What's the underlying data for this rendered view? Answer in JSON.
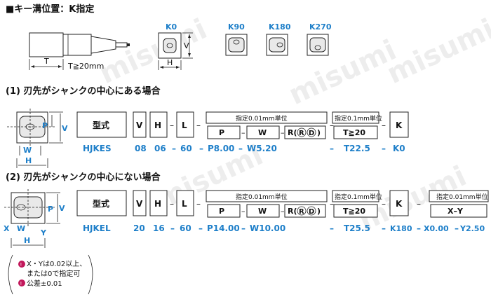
{
  "header": {
    "title": "■キー溝位置：K指定"
  },
  "top": {
    "label_t": "T",
    "label_tmin": "T≧20mm",
    "label_v": "V",
    "label_h": "H",
    "k_labels": [
      "K0",
      "K90",
      "K180",
      "K270"
    ]
  },
  "section1": {
    "title": "(1) 刃先がシャンクの中心にある場合",
    "dim_p": "P",
    "dim_v": "V",
    "dim_w": "W",
    "dim_h": "H",
    "code_label": "型式",
    "boxes": [
      "V",
      "H",
      "L",
      "K"
    ],
    "group_label": "指定0.01mm単位",
    "group_label2": "指定0.1mm単位",
    "group_items": [
      "P",
      "W",
      "R(",
      "R",
      "D",
      ")"
    ],
    "t_box": "T≧20",
    "dash": "–",
    "example": [
      "HJKES",
      "08",
      "06",
      "–",
      "60",
      "–",
      "P8.00",
      "–",
      "W5.20",
      "–",
      "T22.5",
      "–",
      "K0"
    ]
  },
  "section2": {
    "title": "(2) 刃先がシャンクの中心にない場合",
    "dim_x": "X",
    "dim_y": "Y",
    "dim_p": "P",
    "dim_v": "V",
    "dim_w": "W",
    "dim_h": "H",
    "code_label": "型式",
    "boxes": [
      "V",
      "H",
      "L",
      "K"
    ],
    "group_label": "指定0.01mm単位",
    "group_label2": "指定0.1mm単位",
    "group_label3": "指定0.01mm単位",
    "group_items": [
      "P",
      "W",
      "R(",
      "R",
      "D",
      ")"
    ],
    "t_box": "T≧20",
    "xy_box": "X–Y",
    "dash": "–",
    "example": [
      "HJKEL",
      "20",
      "16",
      "–",
      "60",
      "–",
      "P14.00",
      "–",
      "W10.00",
      "–",
      "T25.5",
      "–",
      "K180",
      "–",
      "X0.00",
      "–",
      "Y2.50"
    ]
  },
  "notes": {
    "line1": "X・Yは0.02以上、",
    "line2": "または0で指定可",
    "line3": "公差±0.01"
  },
  "watermark": "misumi",
  "colors": {
    "accent": "#1e7fc9",
    "note_icon": "#c2185b"
  }
}
